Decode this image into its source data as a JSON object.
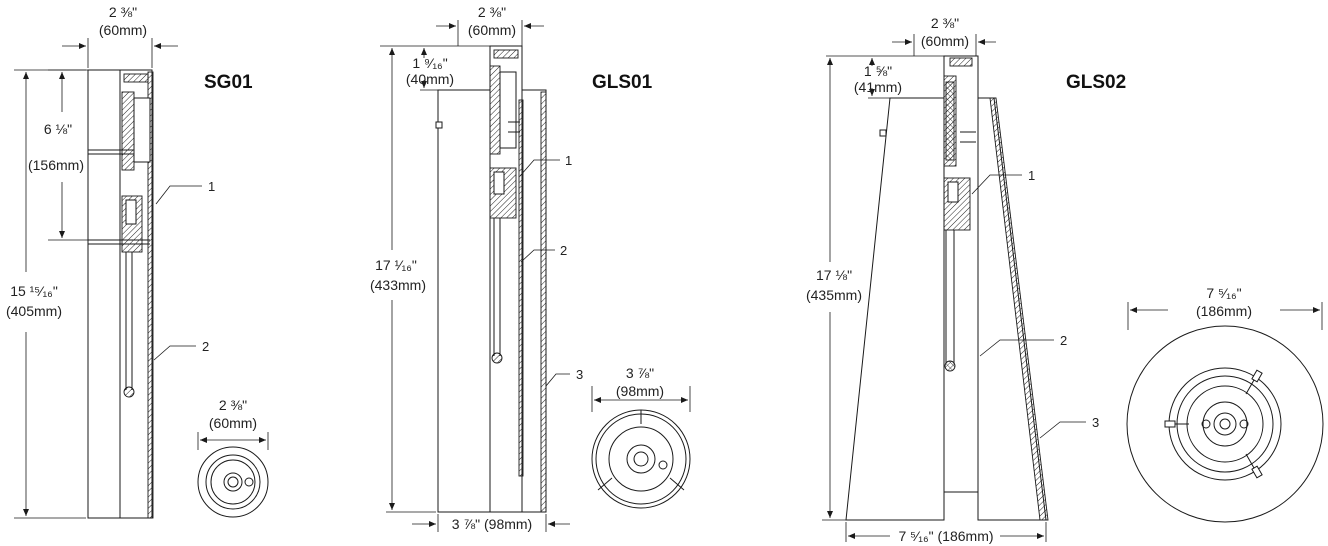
{
  "models": {
    "sg01": {
      "title": "SG01",
      "dim_top": "2 ⅜\"",
      "dim_top_mm": "(60mm)",
      "dim_upper": "6 ⅛\"",
      "dim_upper_mm": "(156mm)",
      "dim_height": "15 ¹⁵⁄₁₆\"",
      "dim_height_mm": "(405mm)",
      "dim_base": "2 ⅜\"",
      "dim_base_mm": "(60mm)",
      "callouts": [
        "1",
        "2"
      ]
    },
    "gls01": {
      "title": "GLS01",
      "dim_top": "2 ⅜\"",
      "dim_top_mm": "(60mm)",
      "dim_upper": "1 ⁹⁄₁₆\"",
      "dim_upper_mm": "(40mm)",
      "dim_height": "17 ¹⁄₁₆\"",
      "dim_height_mm": "(433mm)",
      "dim_bottom": "3 ⅞\" (98mm)",
      "dim_base": "3 ⅞\"",
      "dim_base_mm": "(98mm)",
      "callouts": [
        "1",
        "2",
        "3"
      ]
    },
    "gls02": {
      "title": "GLS02",
      "dim_top": "2 ⅜\"",
      "dim_top_mm": "(60mm)",
      "dim_upper": "1 ⅝\"",
      "dim_upper_mm": "(41mm)",
      "dim_height": "17 ⅛\"",
      "dim_height_mm": "(435mm)",
      "dim_bottom": "7 ⁵⁄₁₆\" (186mm)",
      "dim_base": "7 ⁵⁄₁₆\"",
      "dim_base_mm": "(186mm)",
      "callouts": [
        "1",
        "2",
        "3"
      ]
    }
  }
}
